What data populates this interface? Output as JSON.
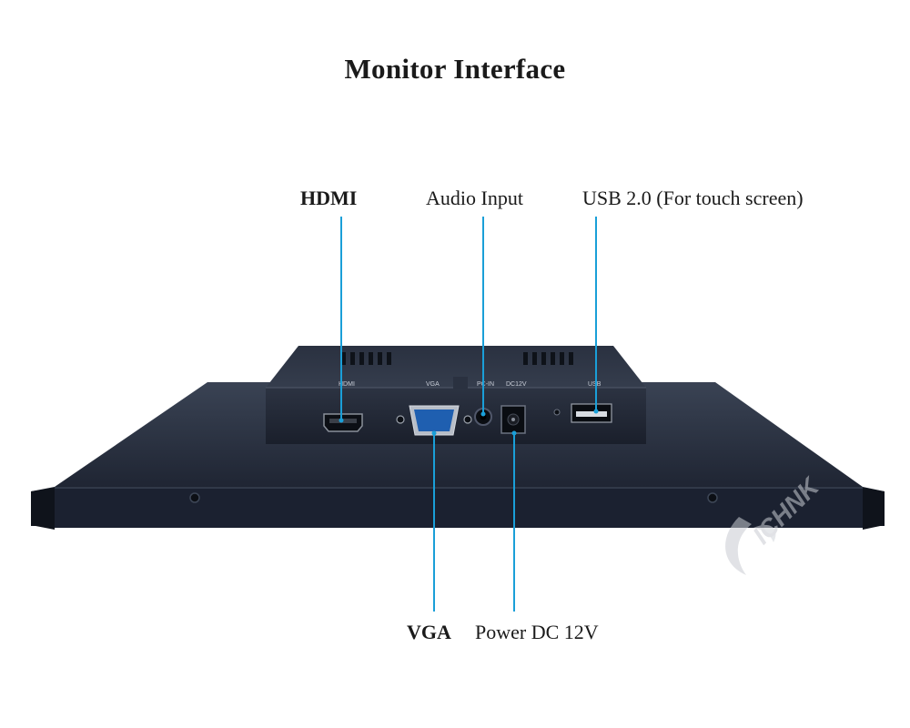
{
  "title": "Monitor Interface",
  "callouts": {
    "hdmi": "HDMI",
    "audio": "Audio Input",
    "usb": "USB 2.0 (For touch screen)",
    "vga": "VGA",
    "power": "Power DC 12V"
  },
  "panel_markings": {
    "hdmi": "HDMI",
    "vga": "VGA",
    "audio": "PC-IN",
    "power": "DC12V",
    "usb": "USB"
  },
  "watermark": "ICHNK",
  "colors": {
    "leader_line": "#1a9fd8",
    "chassis": "#1c2230",
    "text": "#1a1a1a"
  }
}
